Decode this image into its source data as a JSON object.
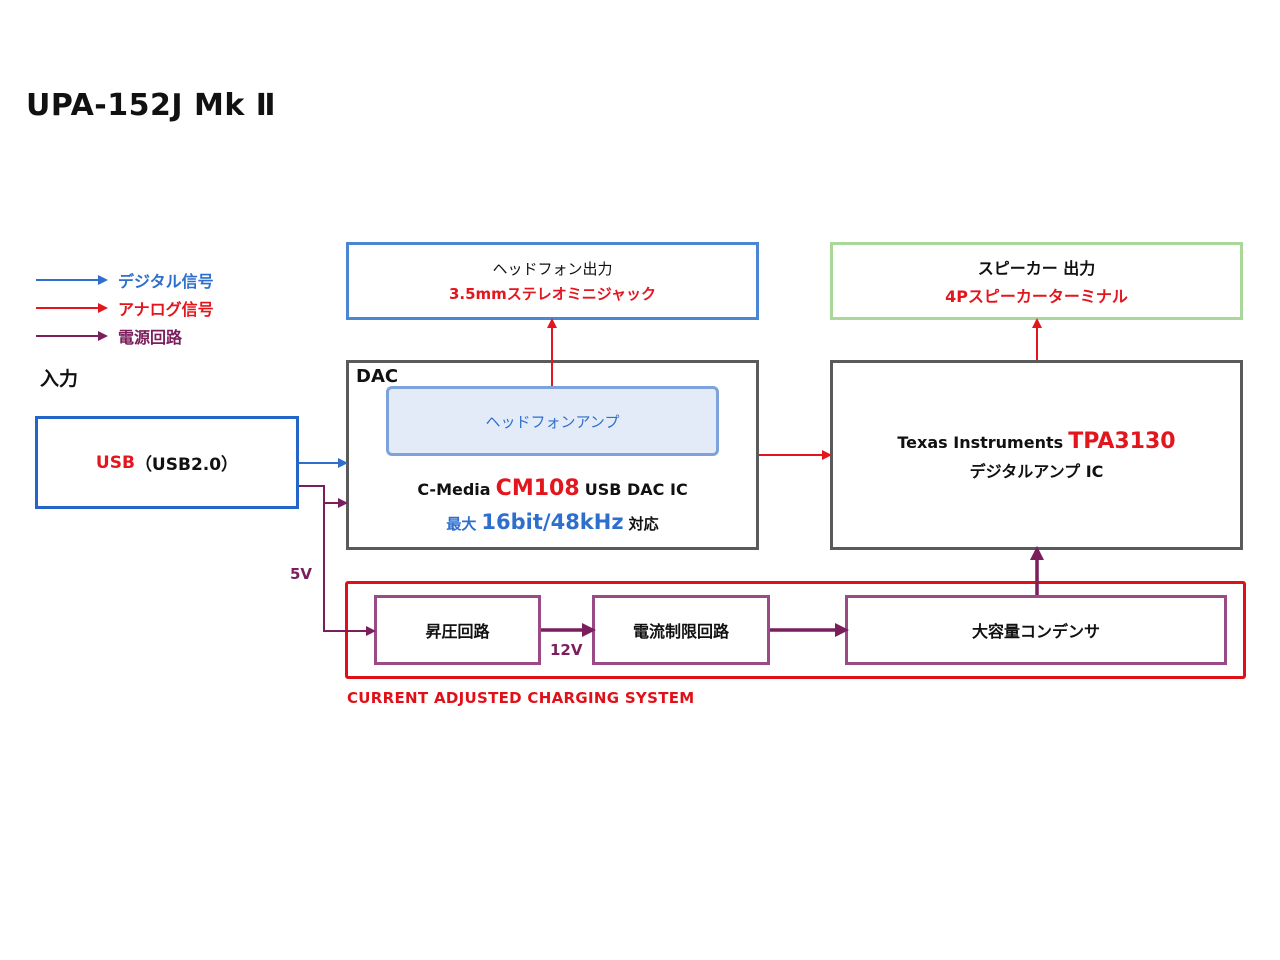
{
  "title": "UPA-152J Mk Ⅱ",
  "legend": {
    "digital": "デジタル信号",
    "analog": "アナログ信号",
    "power": "電源回路"
  },
  "input_label": "入力",
  "usb": {
    "name": "USB",
    "detail": "（USB2.0）"
  },
  "headphone_out": {
    "line1": "ヘッドフォン出力",
    "line2": "3.5mmステレオミニジャック"
  },
  "speaker_out": {
    "line1": "スピーカー 出力",
    "line2": "4Pスピーカーターミナル"
  },
  "dac": {
    "label": "DAC",
    "amp": "ヘッドフォンアンプ",
    "maker": "C-Media",
    "chip": "CM108",
    "chip_suffix": "USB DAC IC",
    "spec_prefix": "最大",
    "spec": "16bit/48kHz",
    "spec_suffix": "対応"
  },
  "amp": {
    "maker": "Texas Instruments",
    "chip": "TPA3130",
    "desc": "デジタルアンプ IC"
  },
  "power": {
    "v5": "5V",
    "v12": "12V",
    "boost": "昇圧回路",
    "limit": "電流制限回路",
    "cap": "大容量コンデンサ",
    "system": "CURRENT ADJUSTED CHARGING SYSTEM"
  },
  "colors": {
    "digital": "#2e6fce",
    "analog": "#e3161e",
    "power": "#7a1f5c",
    "dac_border": "#5a5a5a",
    "headphone_border": "#4a86d4",
    "speaker_border": "#a9d89a",
    "usb_border": "#2366c8",
    "amp_fill": "#e3ebf8",
    "amp_border": "#7ea3dc",
    "power_box_border": "#9a4a86",
    "system_border": "#e01018"
  }
}
